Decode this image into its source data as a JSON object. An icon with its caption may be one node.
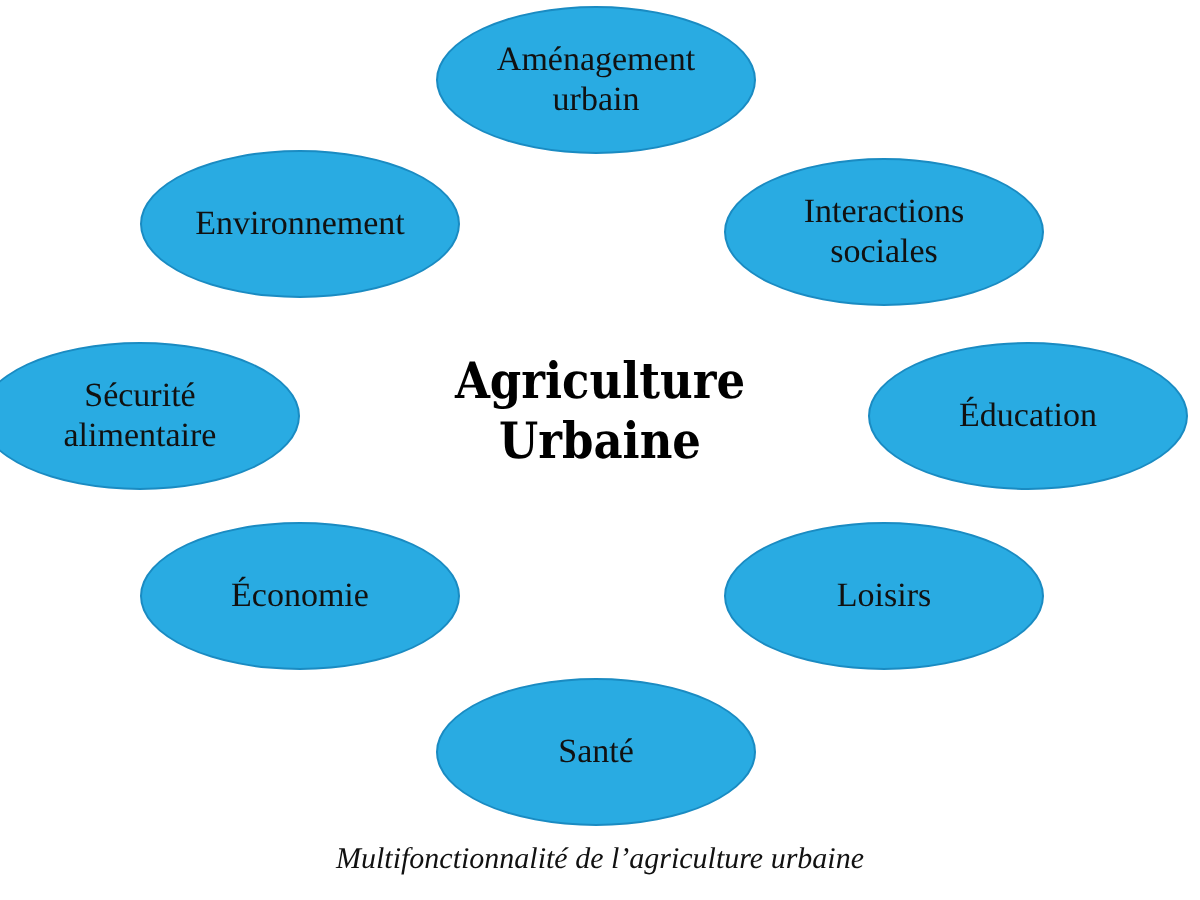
{
  "diagram": {
    "title": "Agriculture Urbaine",
    "caption": "Multifonctionnalité de l’agriculture urbaine",
    "nodes": [
      {
        "text": [
          "Aménagement urbain"
        ]
      },
      {
        "text": [
          "Environnement"
        ]
      },
      {
        "text": [
          "Interactions sociales"
        ]
      },
      {
        "text": [
          "Sécurité alimentaire"
        ]
      },
      {
        "text": [
          "Éducation"
        ]
      },
      {
        "text": [
          "Économie"
        ]
      },
      {
        "text": [
          "Loisirs"
        ]
      },
      {
        "text": [
          "Santé"
        ]
      }
    ]
  }
}
